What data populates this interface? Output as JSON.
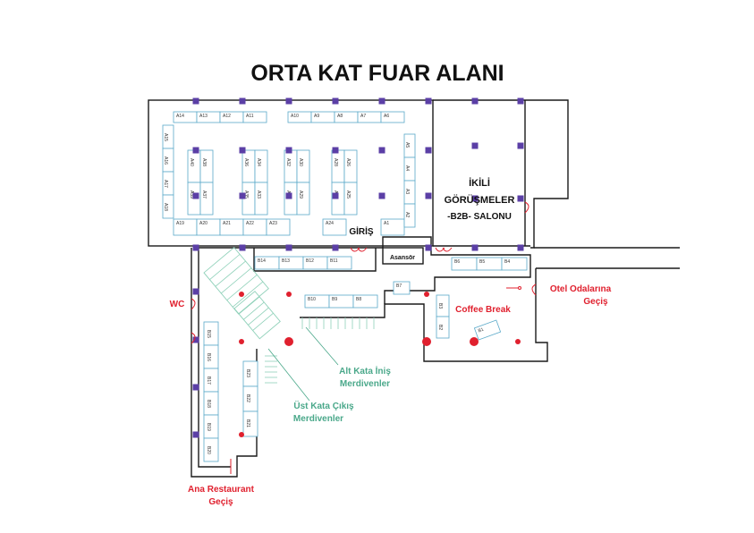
{
  "title": "ORTA KAT FUAR ALANI",
  "colors": {
    "wall": "#1a1a1a",
    "booth_border": "#5aa9c9",
    "pillar": "#5b3fa6",
    "marker_red": "#e0202e",
    "stairs_green": "#4aa88a"
  },
  "labels": {
    "b2b_line1": "İKİLİ",
    "b2b_line2": "GÖRÜŞMELER",
    "b2b_line3": "-B2B- SALONU",
    "giris": "GİRİŞ",
    "asansor": "Asansör",
    "wc": "WC",
    "coffee_break": "Coffee Break",
    "otel_line1": "Otel Odalarına",
    "otel_line2": "Geçiş",
    "alt_kata_line1": "Alt Kata İniş",
    "alt_kata_line2": "Merdivenler",
    "ust_kata_line1": "Üst Kata Çıkış",
    "ust_kata_line2": "Merdivenler",
    "ana_rest_line1": "Ana Restaurant",
    "ana_rest_line2": "Geçiş"
  },
  "booths": [
    "A14",
    "A13",
    "A12",
    "A11",
    "A10",
    "A9",
    "A8",
    "A7",
    "A6",
    "A15",
    "A16",
    "A17",
    "A18",
    "A19",
    "A20",
    "A21",
    "A22",
    "A23",
    "A24",
    "A1",
    "A5",
    "A4",
    "A3",
    "A2",
    "A40",
    "A39",
    "A38",
    "A37",
    "A36",
    "A35",
    "A34",
    "A33",
    "A32",
    "A31",
    "A30",
    "A29",
    "A28",
    "A27",
    "A26",
    "A25",
    "B14",
    "B13",
    "B12",
    "B11",
    "B10",
    "B9",
    "B8",
    "B7",
    "B6",
    "B5",
    "B4",
    "B3",
    "B2",
    "B1",
    "B15",
    "B16",
    "B17",
    "B18",
    "B19",
    "B20",
    "B23",
    "B22",
    "B21"
  ]
}
